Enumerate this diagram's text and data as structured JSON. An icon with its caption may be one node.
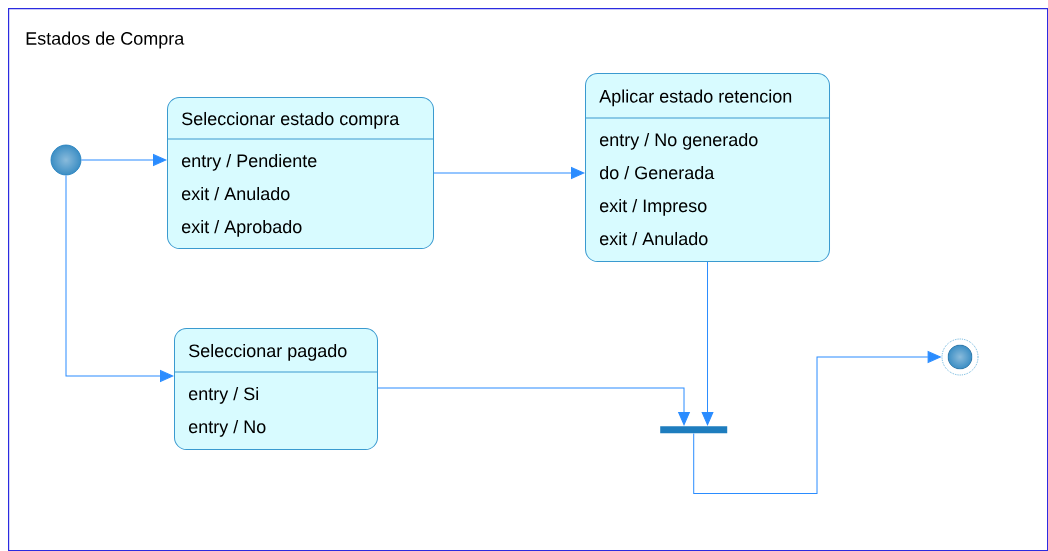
{
  "diagram": {
    "nodes": [
      {
        "text": [
          "Estados de Compra"
        ]
      },
      {
        "text": [],
        "shape": "circle",
        "in": 0
      },
      {
        "text": [
          "Seleccionar estado compra",
          "entry / Pendiente",
          "exit / Anulado",
          "exit / Aprobado"
        ],
        "in": 0
      },
      {
        "text": [
          "Aplicar estado retencion",
          "entry / No generado",
          "do / Generada",
          "exit / Impreso",
          "exit / Anulado"
        ],
        "in": 0
      },
      {
        "text": [
          "Seleccionar pagado",
          "entry / Si",
          "entry / No"
        ],
        "in": 0
      },
      {
        "text": [],
        "shape": "bar",
        "in": 0
      },
      {
        "text": [],
        "shape": "circle",
        "in": 0
      }
    ],
    "edges": [
      {
        "from": 1,
        "to": 2,
        "arrow": "to"
      },
      {
        "from": 1,
        "to": 4,
        "arrow": "to"
      },
      {
        "from": 2,
        "to": 3,
        "arrow": "to"
      },
      {
        "from": 4,
        "to": 5,
        "arrow": "to"
      },
      {
        "from": 3,
        "to": 5,
        "arrow": "to"
      },
      {
        "from": 5,
        "to": 6,
        "arrow": "to"
      }
    ]
  }
}
